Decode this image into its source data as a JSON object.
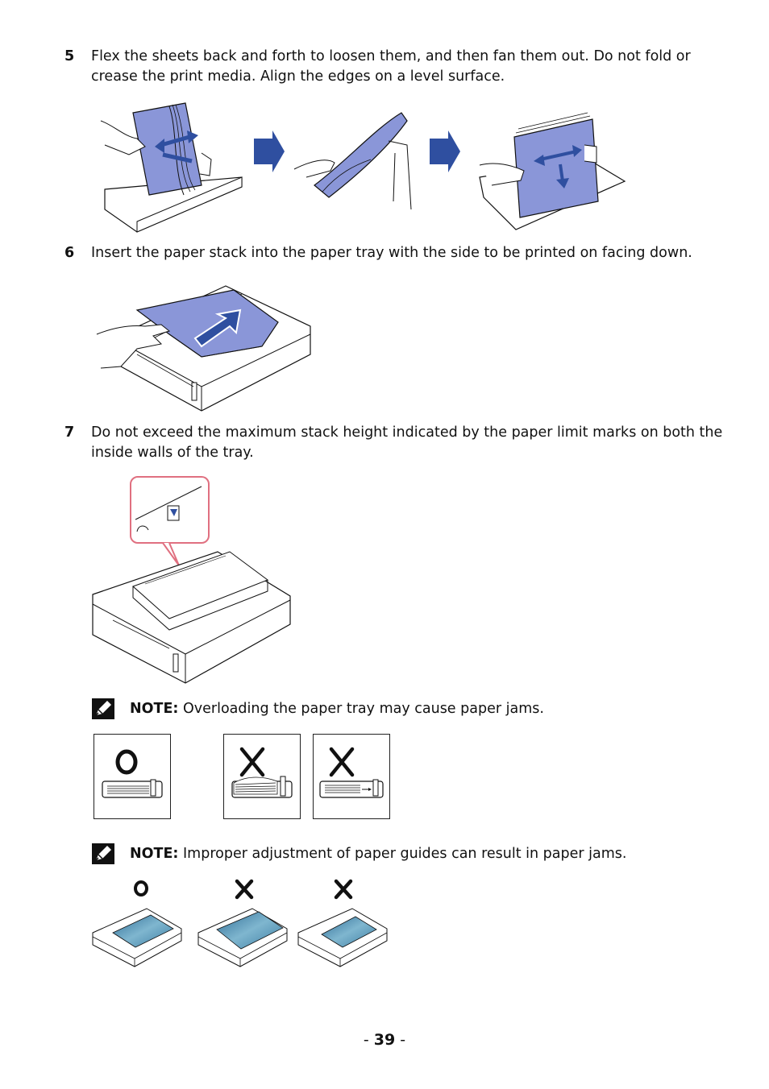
{
  "steps": [
    {
      "num": "5",
      "text": "Flex the sheets back and forth to loosen them, and then fan them out. Do not fold or crease the print media. Align the edges on a level surface."
    },
    {
      "num": "6",
      "text": "Insert the paper stack into the paper tray with the side to be printed on facing down."
    },
    {
      "num": "7",
      "text": "Do not exceed the maximum stack height indicated by the paper limit marks on both the inside walls of the tray."
    }
  ],
  "notes": [
    {
      "label": "NOTE:",
      "text": "Overloading the paper tray may cause paper jams."
    },
    {
      "label": "NOTE:",
      "text": "Improper adjustment of paper guides can result in paper jams."
    }
  ],
  "page_number": {
    "prefix": "- ",
    "number": "39",
    "suffix": " -"
  },
  "colors": {
    "paper_blue": "#8a96d8",
    "arrow_blue": "#2f4fa0",
    "callout_red": "#e07080",
    "paper_teal": "#4a86a8"
  }
}
